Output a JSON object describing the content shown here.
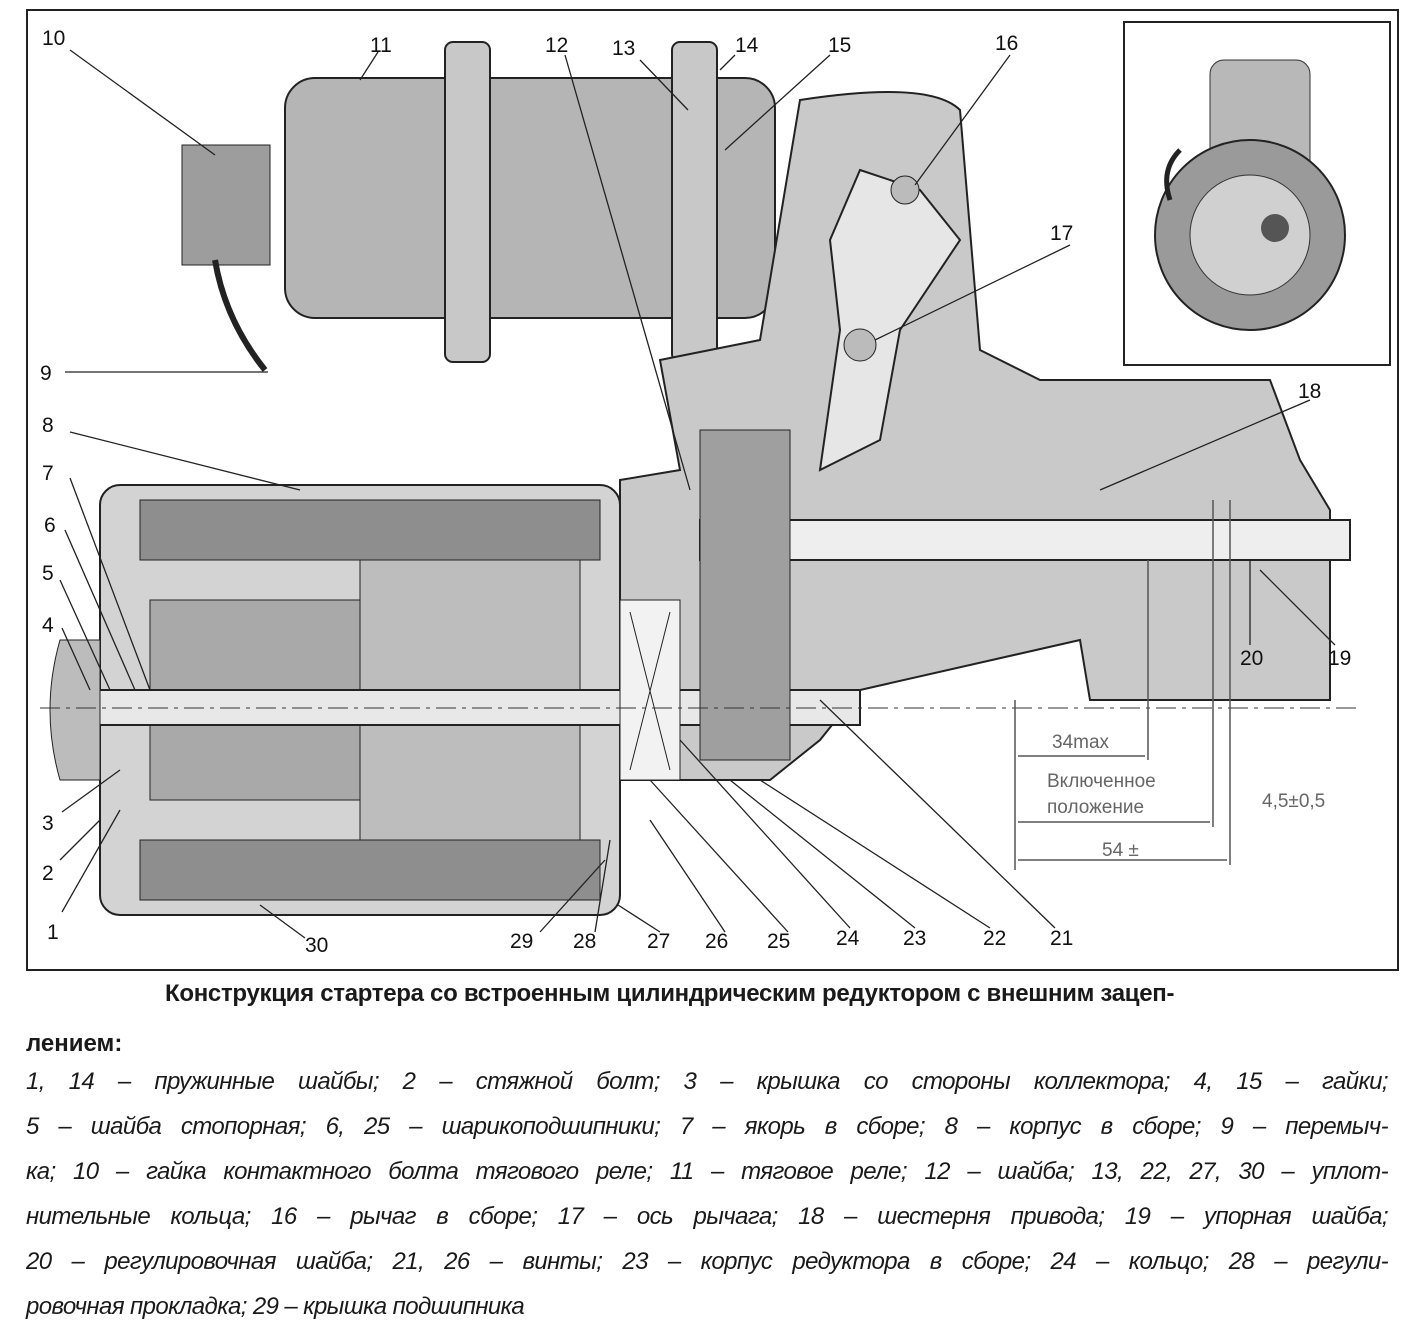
{
  "callouts": [
    "1",
    "2",
    "3",
    "4",
    "5",
    "6",
    "7",
    "8",
    "9",
    "10",
    "11",
    "12",
    "13",
    "14",
    "15",
    "16",
    "17",
    "18",
    "19",
    "20",
    "21",
    "22",
    "23",
    "24",
    "25",
    "26",
    "27",
    "28",
    "29",
    "30"
  ],
  "dimensions": {
    "d34": "34max",
    "engaged_line1": "Включенное",
    "engaged_line2": "положение",
    "d54": "54 ±",
    "d45": "4,5±0,5"
  },
  "caption": {
    "title_line1": "Конструкция стартера со встроенным цилиндрическим редуктором с внешним зацеп-",
    "title_line2": "лением:",
    "lines": [
      "1, 14 – пружинные шайбы; 2 – стяжной болт; 3 – крышка со стороны коллектора; 4, 15 – гайки;",
      "5 – шайба стопорная; 6, 25 – шарикоподшипники; 7 – якорь в сборе; 8 – корпус в сборе; 9 – перемыч-",
      "ка; 10 – гайка контактного болта тягового реле; 11 – тяговое реле; 12 – шайба; 13, 22, 27, 30 – уплот-",
      "нительные кольца; 16 – рычаг в сборе; 17 – ось рычага; 18 – шестерня привода; 19 – упорная шайба;",
      "20 – регулировочная шайба; 21, 26 – винты; 23 – корпус редуктора в сборе; 24 – кольцо; 28 – регули-",
      "ровочная прокладка; 29 – крышка подшипника"
    ]
  }
}
